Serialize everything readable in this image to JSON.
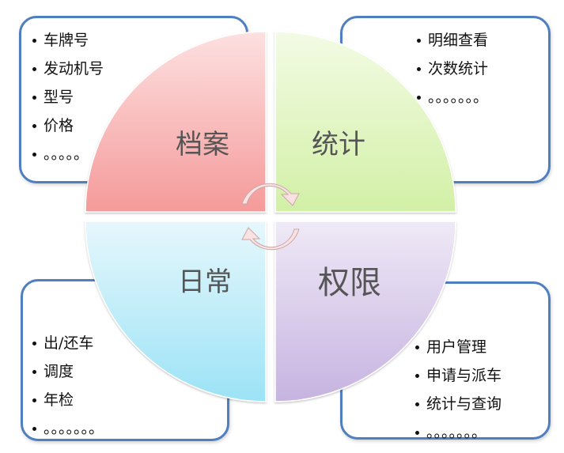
{
  "quadrants": {
    "top_left": {
      "label": "档案",
      "color_top": "#fde0e0",
      "color_bottom": "#f59a9a",
      "items": [
        "车牌号",
        "发动机号",
        "型号",
        "价格",
        "。。。。。"
      ]
    },
    "top_right": {
      "label": "统计",
      "color_top": "#f3fbe4",
      "color_bottom": "#d2f0a6",
      "items": [
        "明细查看",
        "次数统计",
        "。。。。。。。"
      ]
    },
    "bottom_left": {
      "label": "日常",
      "color_top": "#e6f7fc",
      "color_bottom": "#9be3f6",
      "items": [
        "出/还车",
        "调度",
        "年检",
        "。。。。。。。"
      ]
    },
    "bottom_right": {
      "label": "权限",
      "color_top": "#efe9f6",
      "color_bottom": "#c6b3e1",
      "items": [
        "用户管理",
        "申请与派车",
        "统计与查询",
        "。。。。。。。"
      ]
    }
  },
  "colors": {
    "box_border": "#4f7fbf",
    "arrow_fill": "#fbe2e2",
    "arrow_stroke": "#c9a8a8"
  }
}
